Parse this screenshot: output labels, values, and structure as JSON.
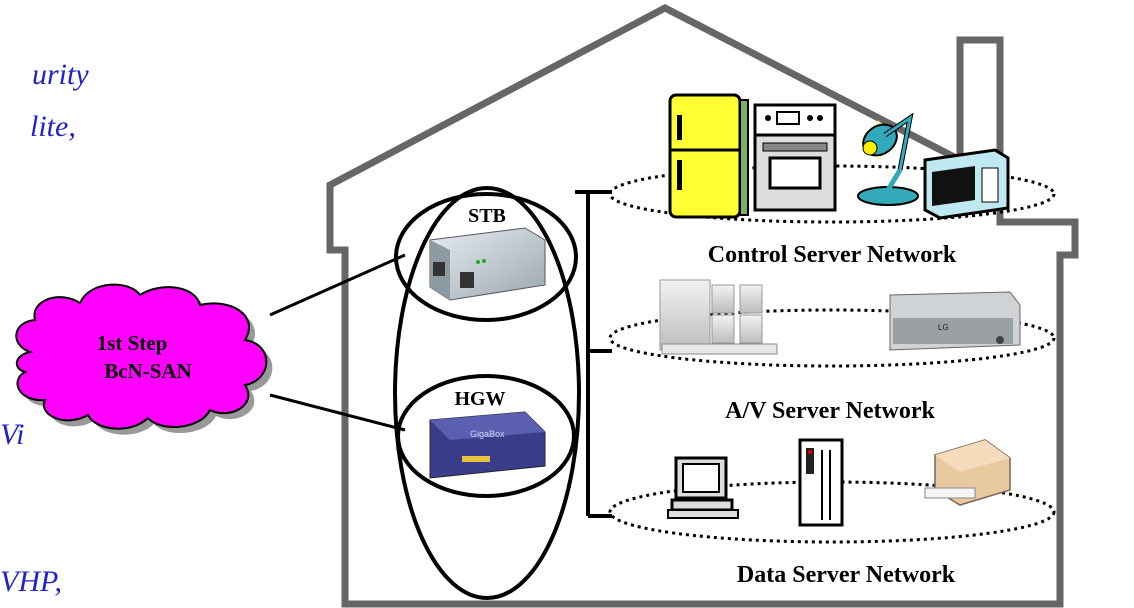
{
  "left_fragments": [
    "urity",
    "lite,",
    "Vi",
    "VHP,"
  ],
  "cloud": {
    "line1": "1st Step",
    "line2": "BcN-SAN"
  },
  "devices": {
    "stb": "STB",
    "hgw": "HGW"
  },
  "networks": {
    "control": "Control Server Network",
    "av": "A/V Server Network",
    "data": "Data Server Network"
  },
  "colors": {
    "cloud": "#ff00ff",
    "house": "#666666",
    "left_text": "#2222cc"
  }
}
